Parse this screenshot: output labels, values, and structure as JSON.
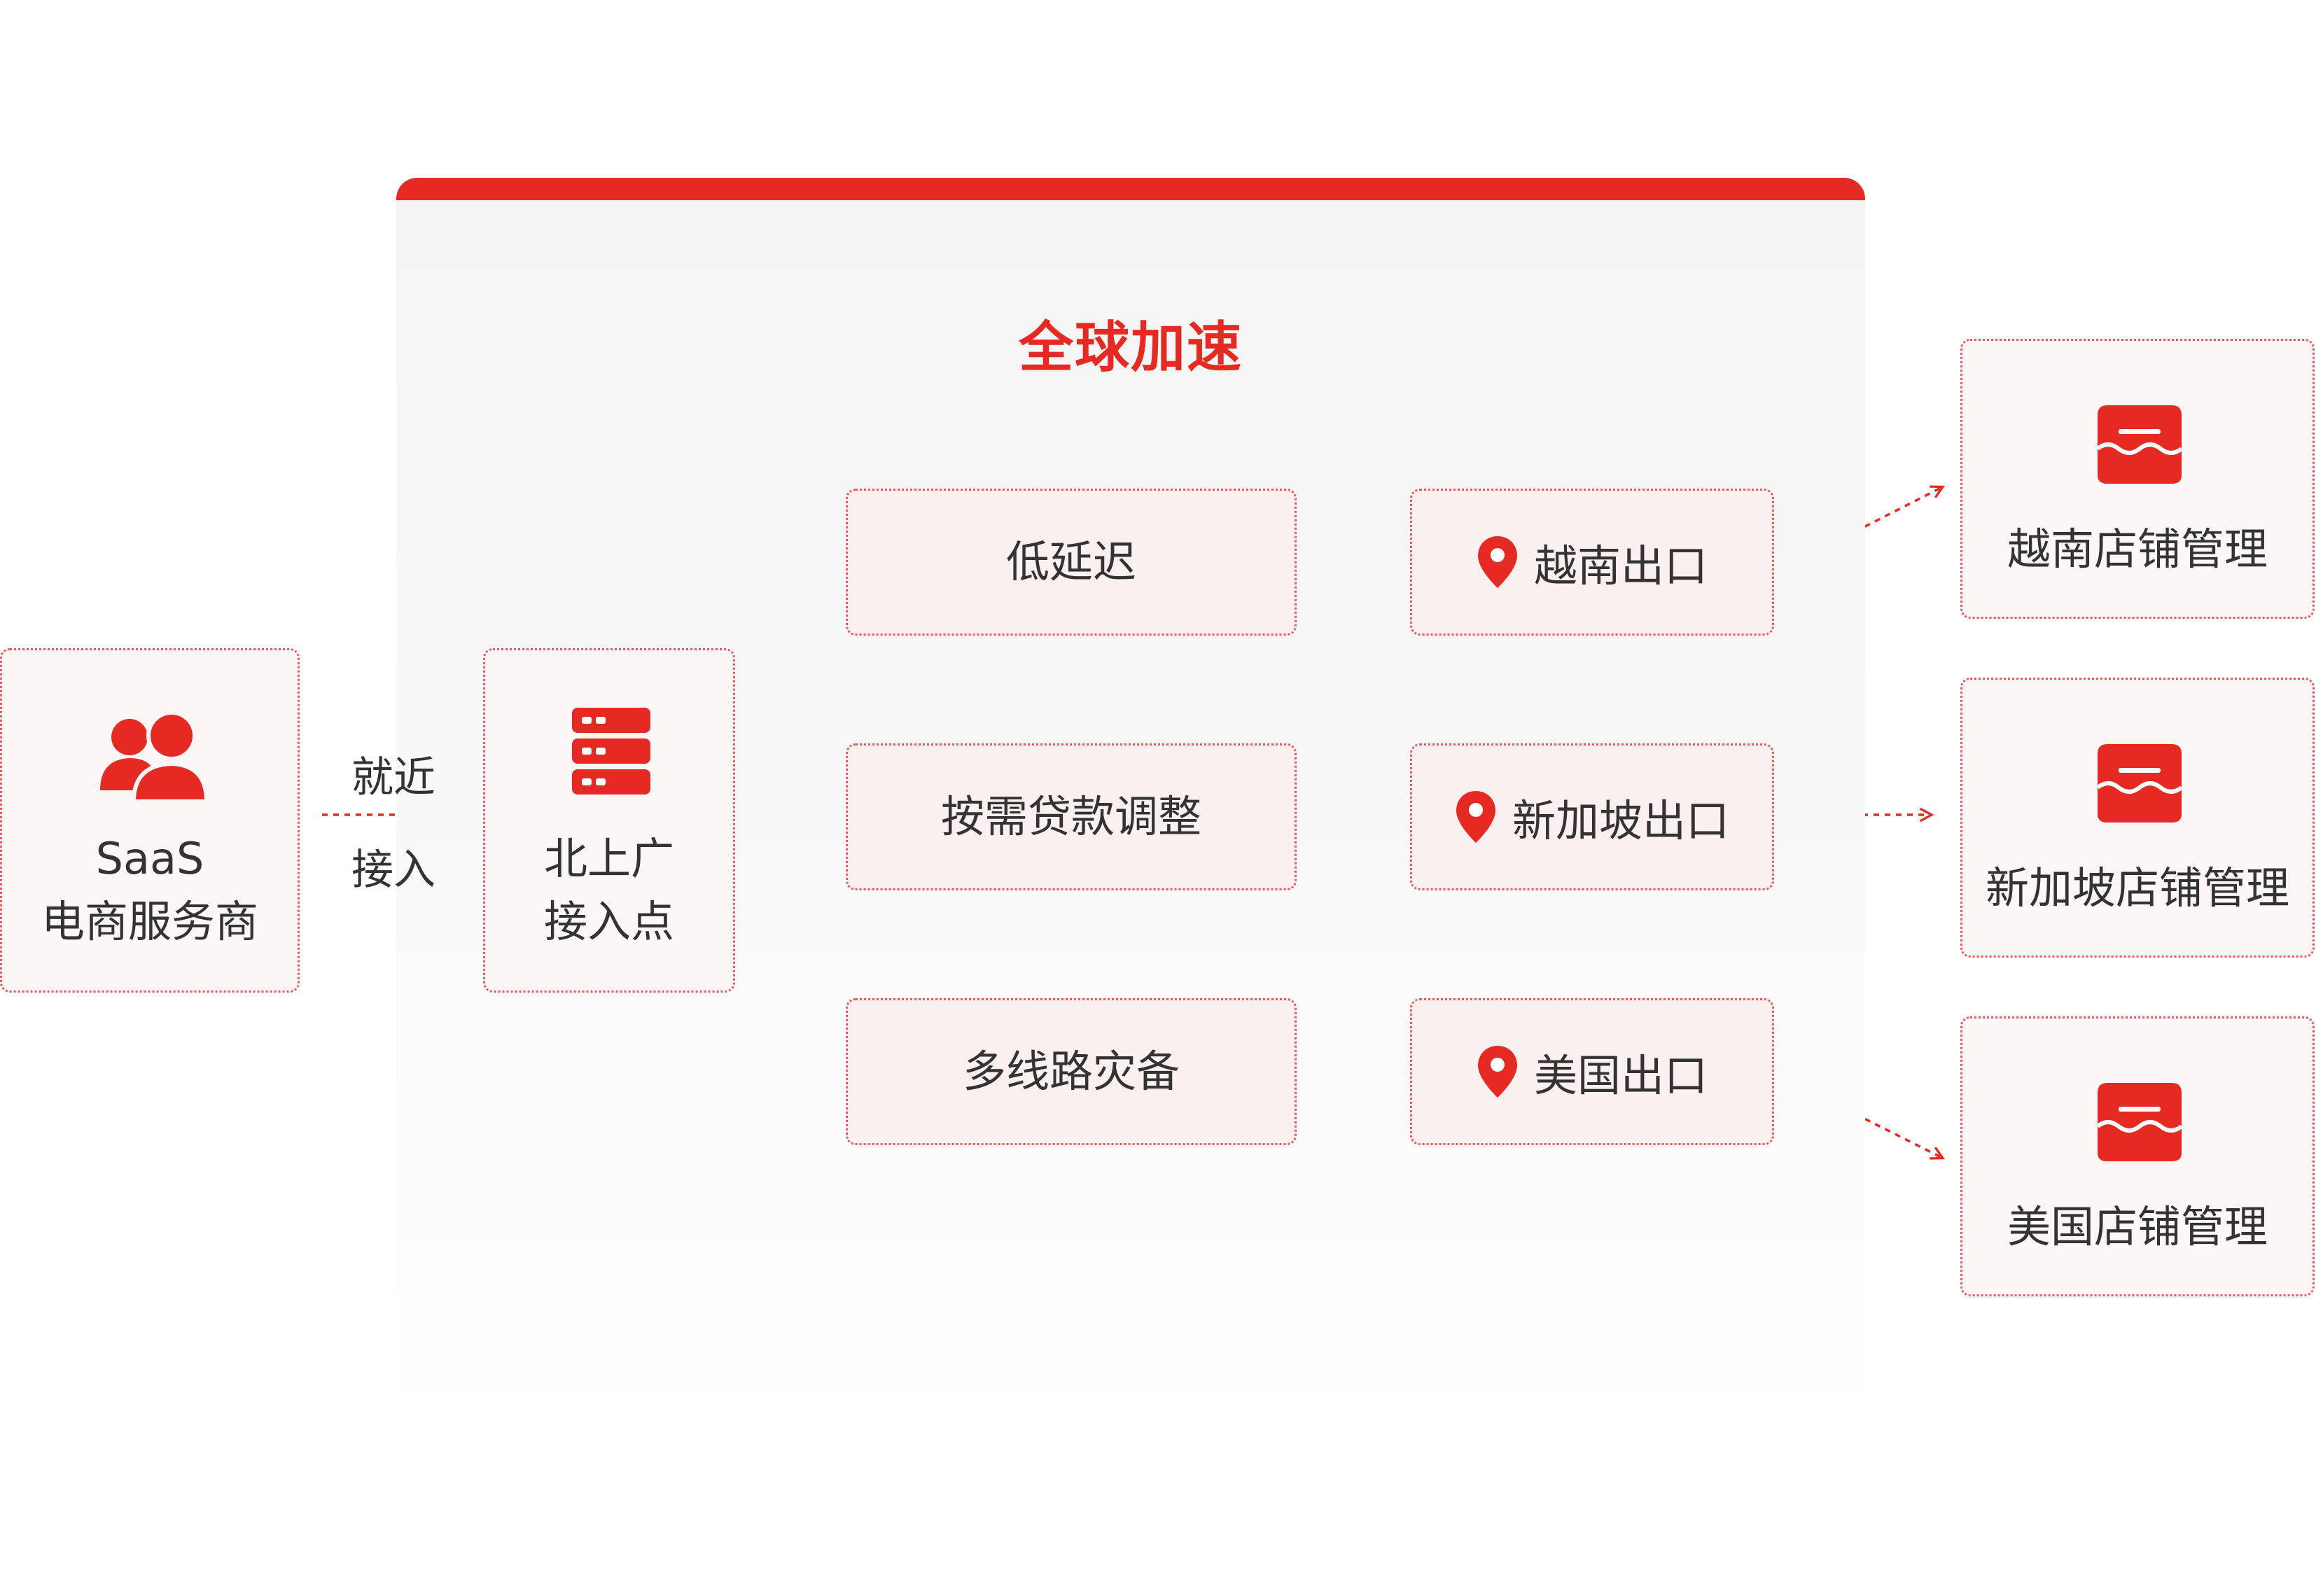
{
  "panel": {
    "title": "全球加速"
  },
  "source": {
    "line1": "SaaS",
    "line2": "电商服务商"
  },
  "access_label": {
    "line1": "就近",
    "line2": "接入"
  },
  "access_point": {
    "line1": "北上广",
    "line2": "接入点"
  },
  "features": [
    "低延迟",
    "按需贷款调整",
    "多线路灾备"
  ],
  "exits": [
    "越南出口",
    "新加坡出口",
    "美国出口"
  ],
  "stores": [
    "越南店铺管理",
    "新加坡店铺管理",
    "美国店铺管理"
  ],
  "colors": {
    "accent": "#e42a22",
    "box_fill": "#fbf0f0",
    "box_border": "#e8595a",
    "text": "#333333"
  }
}
